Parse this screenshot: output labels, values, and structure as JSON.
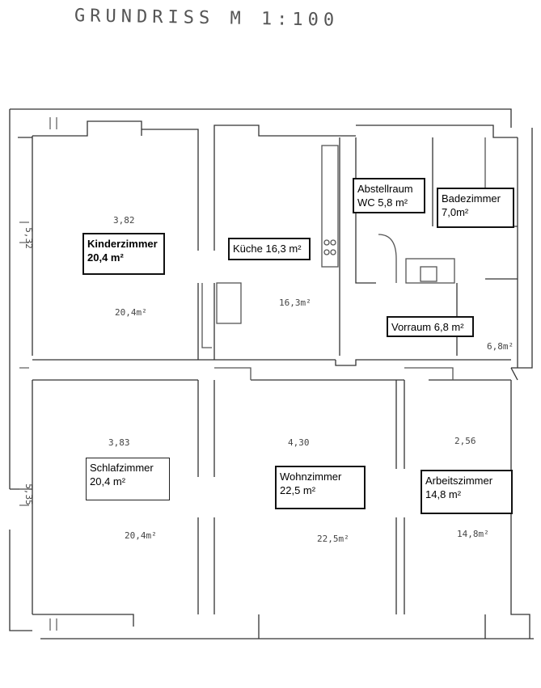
{
  "title": "GRUNDRISS M 1:100",
  "rooms": {
    "kinderzimmer": {
      "name": "Kinderzimmer",
      "area": "20,4 m²"
    },
    "kueche": {
      "name": "Küche 16,3 m²"
    },
    "abstellraum": {
      "name": "Abstellraum",
      "area": "WC 5,8 m²"
    },
    "badezimmer": {
      "name": "Badezimmer",
      "area": "7,0m²"
    },
    "vorraum": {
      "name": "Vorraum 6,8 m²"
    },
    "schlafzimmer": {
      "name": "Schlafzimmer",
      "area": "20,4 m²"
    },
    "wohnzimmer": {
      "name": "Wohnzimmer",
      "area": "22,5 m²"
    },
    "arbeitszimmer": {
      "name": "Arbeitszimmer",
      "area": "14,8 m²"
    }
  },
  "hand_notes": {
    "dim_532": "5,32",
    "dim_535": "5,35",
    "w_382": "3,82",
    "w_383": "3,83",
    "w_430": "4,30",
    "w_256": "2,56",
    "a_204a": "20,4m²",
    "a_204b": "20,4m²",
    "a_163": "16,3m²",
    "a_225": "22,5m²",
    "a_148": "14,8m²",
    "a_68": "6,8m²"
  }
}
